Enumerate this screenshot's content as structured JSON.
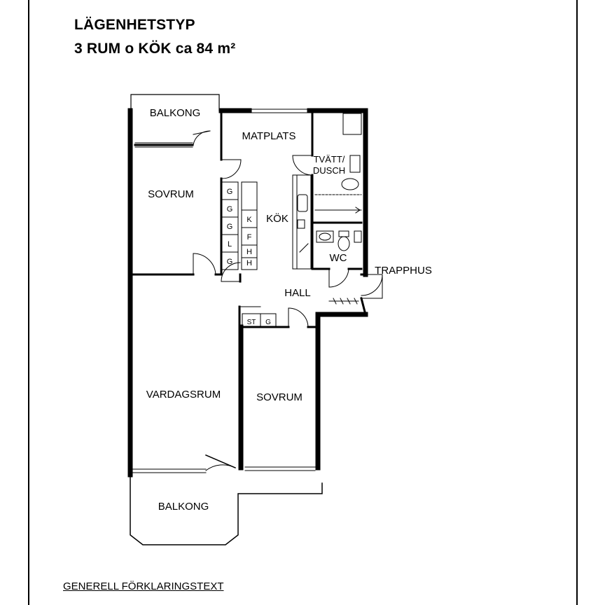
{
  "header": {
    "title": "LÄGENHETSTYP",
    "subtitle": "3 RUM o KÖK ca 84 m²"
  },
  "rooms": {
    "balkong_top": "BALKONG",
    "matplats": "MATPLATS",
    "tvatt": "TVÄTT/",
    "dusch": "DUSCH",
    "sovrum_1": "SOVRUM",
    "kok": "KÖK",
    "wc": "WC",
    "trapphus": "TRAPPHUS",
    "hall": "HALL",
    "vardagsrum": "VARDAGSRUM",
    "sovrum_2": "SOVRUM",
    "balkong_bottom": "BALKONG"
  },
  "closets_bedroom": [
    "G",
    "G",
    "G",
    "L",
    "G"
  ],
  "kitchen_units": [
    "K",
    "F",
    "H",
    "H"
  ],
  "hall_closets": [
    "ST",
    "G"
  ],
  "legend": {
    "title": "GENERELL FÖRKLARINGSTEXT"
  }
}
